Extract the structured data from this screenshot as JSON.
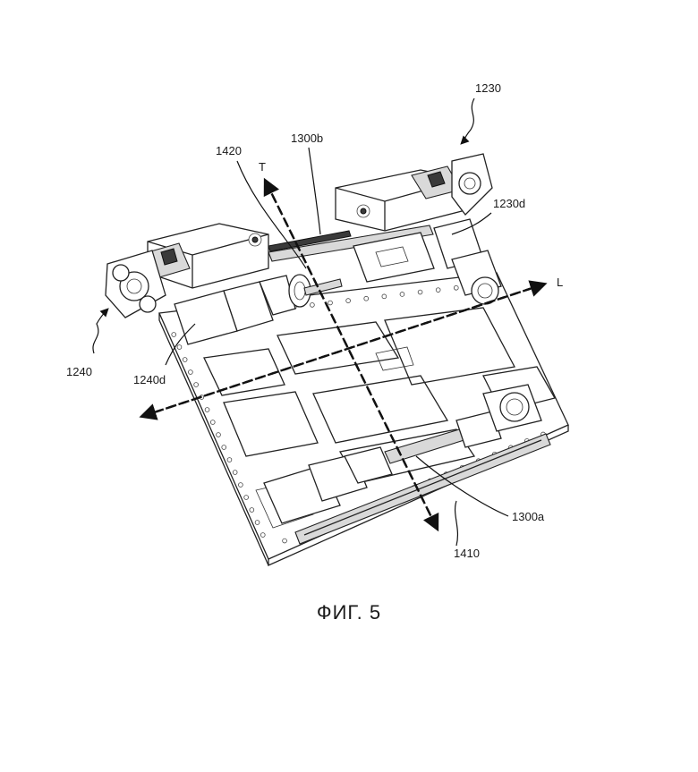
{
  "figure": {
    "caption": "ФИГ. 5",
    "labels": {
      "r1230": "1230",
      "r1230d": "1230d",
      "r1240": "1240",
      "r1240d": "1240d",
      "r1420": "1420",
      "r1300b": "1300b",
      "r1300a": "1300a",
      "r1410": "1410",
      "axisT": "T",
      "axisL": "L"
    }
  }
}
